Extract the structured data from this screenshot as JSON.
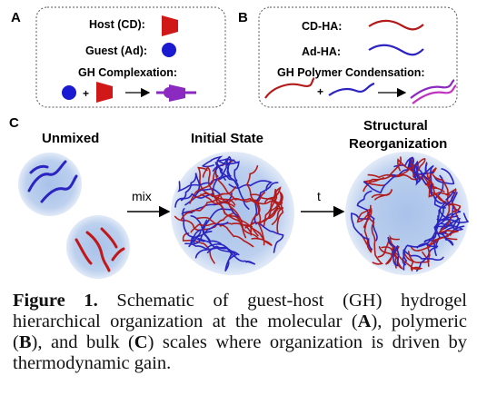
{
  "panel_a": {
    "letter": "A",
    "host_label": "Host (CD):",
    "guest_label": "Guest (Ad):",
    "complexation_label": "GH Complexation:",
    "plus": "+"
  },
  "panel_b": {
    "letter": "B",
    "cdha_label": "CD-HA:",
    "adha_label": "Ad-HA:",
    "condensation_label": "GH Polymer Condensation:",
    "plus": "+"
  },
  "panel_c": {
    "letter": "C",
    "unmixed_label": "Unmixed",
    "initial_label": "Initial State",
    "structural_label": "Structural",
    "reorg_label": "Reorganization",
    "mix_label": "mix",
    "t_label": "t"
  },
  "caption": {
    "figure_label": "Figure 1.",
    "part1": " Schematic of guest-host (GH) hydrogel hierarchical organization at the molecular (",
    "a": "A",
    "part2": "), polymeric (",
    "b": "B",
    "part3": "), and bulk (",
    "c": "C",
    "part4": ") scales where organization is driven by thermodynamic gain."
  },
  "colors": {
    "host_red": "#d01818",
    "guest_blue": "#1a1ad0",
    "cd_ha_red": "#b31b1b",
    "ad_ha_blue": "#2b24c0",
    "complex_purple": "#8a2ac0",
    "sphere_fill": "#bcd0ee",
    "sphere_edge": "#d6e2f4"
  }
}
